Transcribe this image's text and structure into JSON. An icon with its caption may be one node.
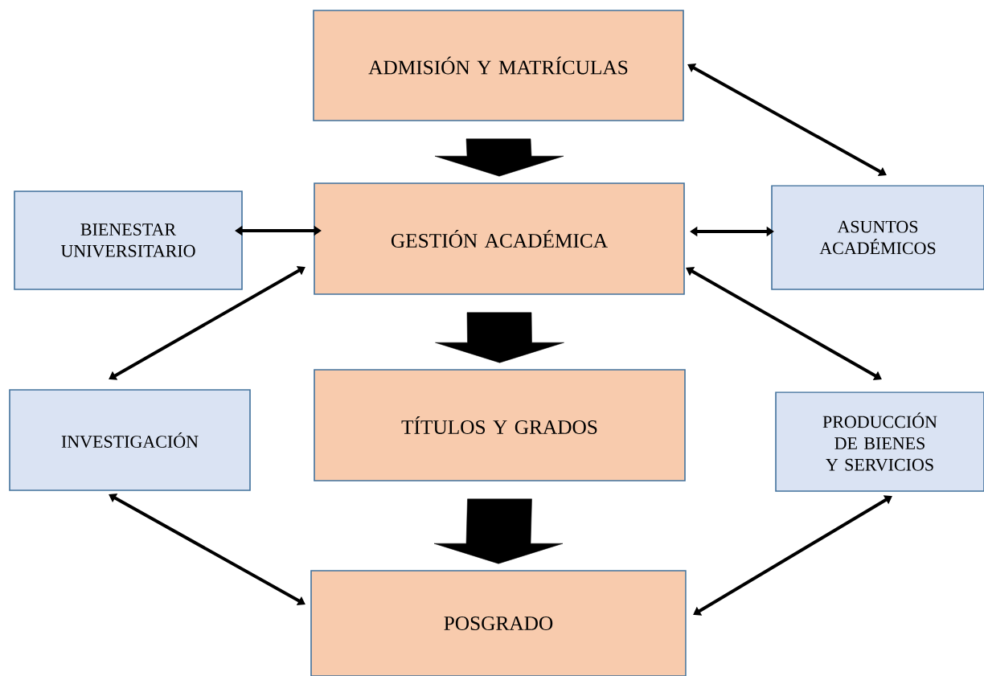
{
  "diagram": {
    "nodes": [
      {
        "text": [
          "ADMISIÓN Y MATRÍCULAS"
        ]
      },
      {
        "text": [
          "BIENESTAR UNIVERSITARIO"
        ]
      },
      {
        "text": [
          "GESTIÓN ACADÉMICA"
        ]
      },
      {
        "text": [
          "ASUNTOS ACADÉMICOS"
        ]
      },
      {
        "text": [
          "INVESTIGACIÓN"
        ]
      },
      {
        "text": [
          "TÍTULOS Y GRADOS"
        ]
      },
      {
        "text": [
          "PRODUCCIÓN DE BIENES Y SERVICIOS"
        ]
      },
      {
        "text": [
          "POSGRADO"
        ]
      }
    ],
    "edges": [
      {
        "from": 0,
        "to": 2,
        "arrow": "to",
        "style": "thick"
      },
      {
        "from": 2,
        "to": 5,
        "arrow": "to",
        "style": "thick"
      },
      {
        "from": 5,
        "to": 7,
        "arrow": "to",
        "style": "thick"
      },
      {
        "from": 0,
        "to": 3,
        "arrow": "both"
      },
      {
        "from": 1,
        "to": 2,
        "arrow": "both"
      },
      {
        "from": 2,
        "to": 3,
        "arrow": "both"
      },
      {
        "from": 2,
        "to": 4,
        "arrow": "both"
      },
      {
        "from": 2,
        "to": 6,
        "arrow": "both"
      },
      {
        "from": 4,
        "to": 7,
        "arrow": "both"
      },
      {
        "from": 6,
        "to": 7,
        "arrow": "both"
      }
    ]
  }
}
